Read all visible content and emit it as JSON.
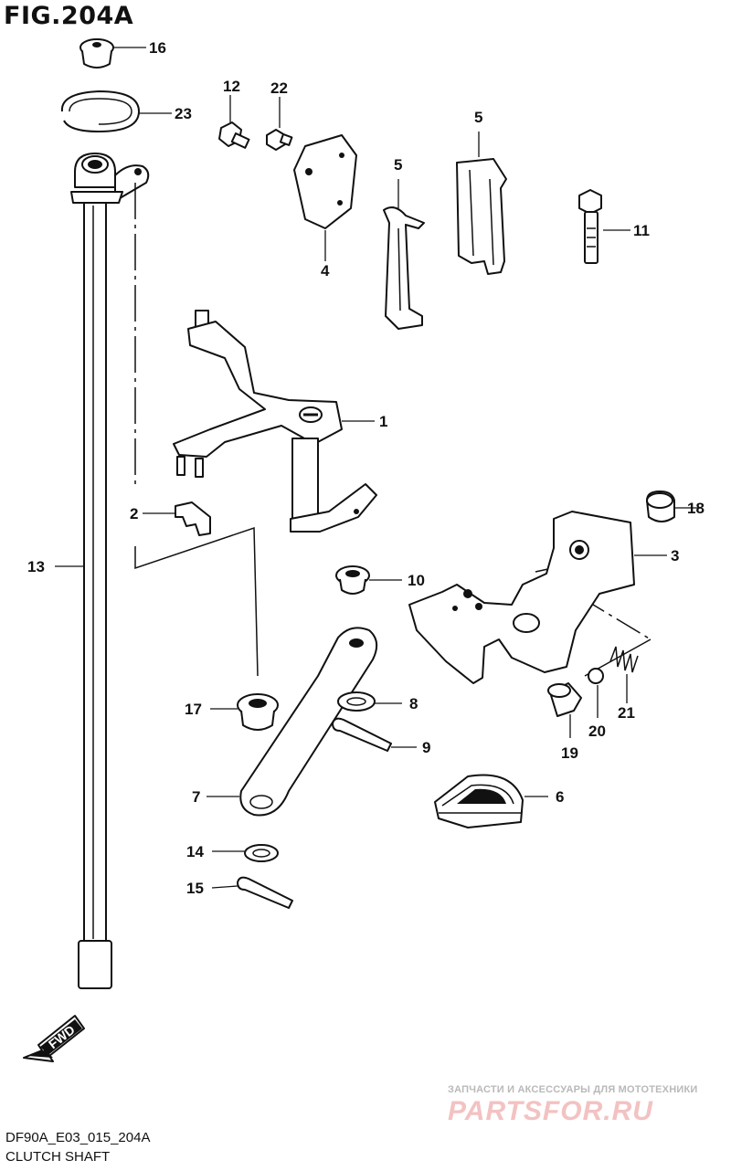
{
  "figure": {
    "title": "FIG.204A",
    "code": "DF90A_E03_015_204A",
    "subtitle": "CLUTCH SHAFT",
    "arrow_label": "FWD"
  },
  "callouts": {
    "c1": "1",
    "c2": "2",
    "c3": "3",
    "c4": "4",
    "c5a": "5",
    "c5b": "5",
    "c6": "6",
    "c7": "7",
    "c8": "8",
    "c9": "9",
    "c10": "10",
    "c11": "11",
    "c12": "12",
    "c13": "13",
    "c14": "14",
    "c15": "15",
    "c16": "16",
    "c17": "17",
    "c18": "18",
    "c19": "19",
    "c20": "20",
    "c21": "21",
    "c22": "22",
    "c23": "23"
  },
  "watermark": {
    "tagline": "ЗАПЧАСТИ И АКСЕССУАРЫ ДЛЯ МОТОТЕХНИКИ",
    "brand": "PARTSFOR.RU"
  }
}
